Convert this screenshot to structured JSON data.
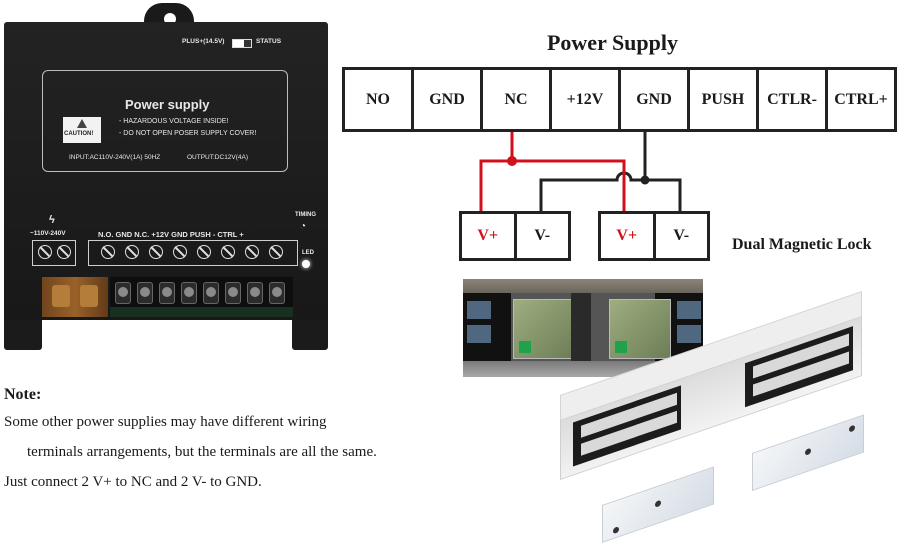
{
  "device": {
    "status_switch_left": "PLUS+(14.5V)",
    "status_switch_right": "STATUS",
    "panel_title": "Power supply",
    "warning_1": "- HAZARDOUS VOLTAGE INSIDE!",
    "warning_2": "- DO NOT OPEN POSER SUPPLY COVER!",
    "caution_label": "CAUTION!",
    "input_spec": "INPUT:AC110V-240V(1A) 50HZ",
    "output_spec": "OUTPUT:DC12V(4A)",
    "ac_symbol": "ϟ",
    "ac_label": "~110V-240V",
    "terminal_labels": "N.O.  GND  N.C.  +12V  GND  PUSH   - CTRL +",
    "timing_label": "TIMING",
    "led_label": "LED"
  },
  "diagram": {
    "title": "Power Supply",
    "terminals": [
      "NO",
      "GND",
      "NC",
      "+12V",
      "GND",
      "PUSH",
      "CTLR-",
      "CTRL+"
    ],
    "locks": [
      {
        "plus": "V+",
        "minus": "V-"
      },
      {
        "plus": "V+",
        "minus": "V-"
      }
    ],
    "lock_label": "Dual Magnetic Lock",
    "colors": {
      "positive_wire": "#d0101c",
      "ground_wire": "#222222"
    }
  },
  "note": {
    "title": "Note:",
    "lines": [
      "Some other power supplies may have different wiring",
      "terminals arrangements, but the terminals are all the same.",
      "Just connect 2 V+ to NC and 2 V- to GND."
    ]
  }
}
